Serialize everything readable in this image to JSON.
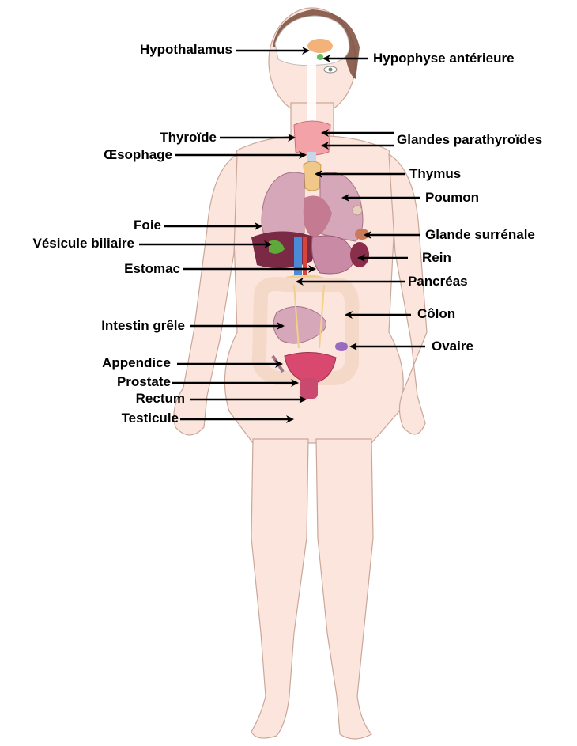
{
  "labels": {
    "hypothalamus": "Hypothalamus",
    "hypophyse": "Hypophyse antérieure",
    "thyroide": "Thyroïde",
    "parathyroides": "Glandes parathyroïdes",
    "oesophage": "Œsophage",
    "thymus": "Thymus",
    "poumon": "Poumon",
    "foie": "Foie",
    "surrenale": "Glande surrénale",
    "vesicule": "Vésicule biliaire",
    "rein": "Rein",
    "estomac": "Estomac",
    "pancreas": "Pancréas",
    "colon": "Côlon",
    "intestin": "Intestin grêle",
    "ovaire": "Ovaire",
    "appendice": "Appendice",
    "prostate": "Prostate",
    "rectum": "Rectum",
    "testicule": "Testicule"
  },
  "colors": {
    "skin": "#fbe5dc",
    "skin_outline": "#c9a79a",
    "lung": "#d6a7b8",
    "liver": "#7a2a45",
    "thyroid": "#f3a3a8",
    "colon": "#f5d9c8",
    "bladder": "#d9486e",
    "hair": "#7a4a3a"
  }
}
